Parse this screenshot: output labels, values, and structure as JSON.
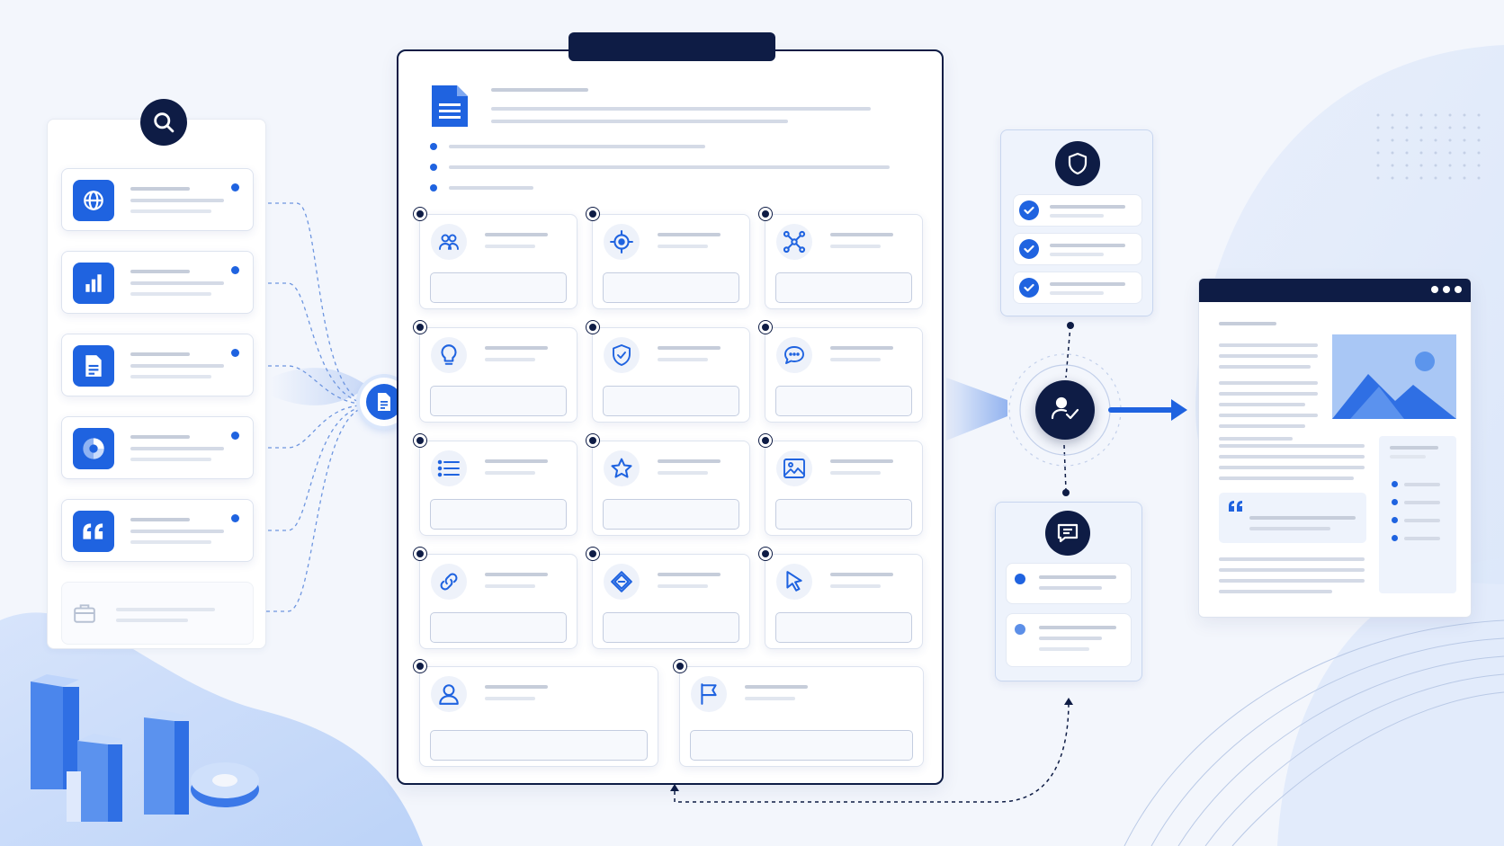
{
  "colors": {
    "navy": "#0e1c45",
    "accent": "#1f63e0",
    "light_accent": "#cfe0fb",
    "background": "#f3f6fc"
  },
  "source_panel": {
    "header_icon": "search-icon",
    "items": [
      {
        "icon": "globe-icon"
      },
      {
        "icon": "bar-chart-icon"
      },
      {
        "icon": "document-icon"
      },
      {
        "icon": "pie-chart-icon"
      },
      {
        "icon": "quote-icon"
      },
      {
        "icon": "briefcase-icon"
      }
    ]
  },
  "hub_node": {
    "icon": "document-icon"
  },
  "document": {
    "header_icon": "document-icon",
    "bullet_count": 3,
    "sections": [
      {
        "icon": "users-icon"
      },
      {
        "icon": "target-icon"
      },
      {
        "icon": "network-icon"
      },
      {
        "icon": "lightbulb-icon"
      },
      {
        "icon": "shield-check-icon"
      },
      {
        "icon": "chat-bubble-icon"
      },
      {
        "icon": "list-icon"
      },
      {
        "icon": "star-icon"
      },
      {
        "icon": "image-icon"
      },
      {
        "icon": "link-icon"
      },
      {
        "icon": "tag-icon"
      },
      {
        "icon": "cursor-icon"
      },
      {
        "icon": "user-icon"
      },
      {
        "icon": "flag-icon"
      }
    ]
  },
  "validation_panel": {
    "icon": "shield-icon",
    "check_count": 3
  },
  "reviewer_node": {
    "icon": "user-check-icon"
  },
  "feedback_panel": {
    "icon": "message-icon",
    "item_count": 2
  },
  "output_window": {
    "controls_icon": "more-dots-icon",
    "image_icon": "mountain-image-icon",
    "quote_icon": "quote-icon"
  }
}
